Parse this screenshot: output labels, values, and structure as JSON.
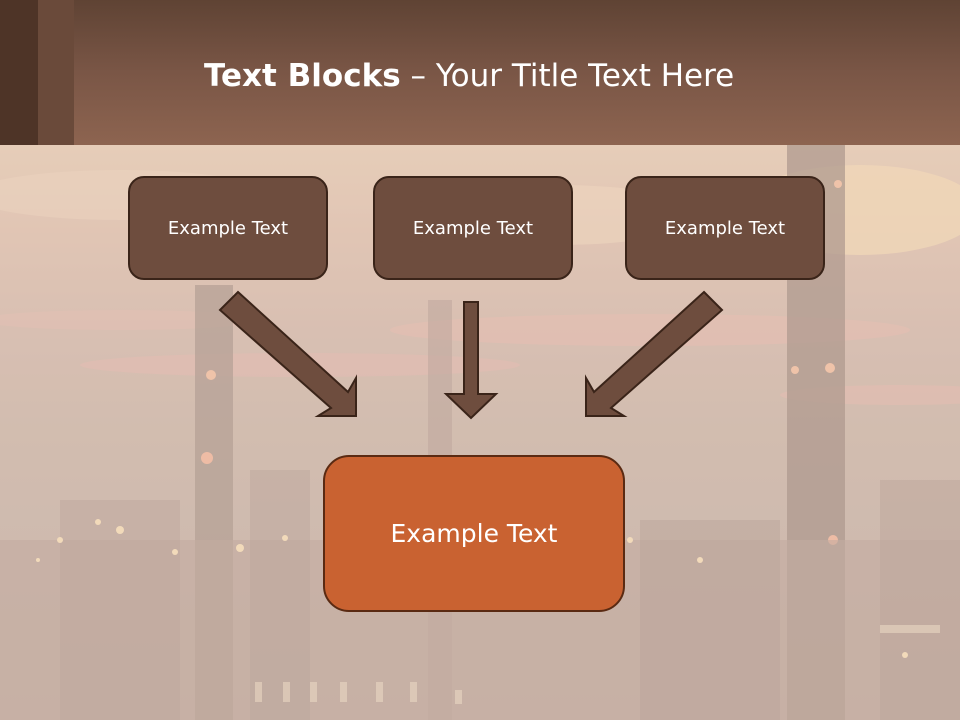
{
  "header": {
    "title_bold": "Text Blocks",
    "title_rest": " – Your Title Text Here"
  },
  "diagram": {
    "top_boxes": [
      {
        "label": "Example Text"
      },
      {
        "label": "Example Text"
      },
      {
        "label": "Example Text"
      }
    ],
    "bottom_box": {
      "label": "Example Text"
    }
  },
  "colors": {
    "header": "#7a5646",
    "small_box": "#6e4d3e",
    "big_box": "#c96231",
    "arrow": "#6e4d3e"
  }
}
